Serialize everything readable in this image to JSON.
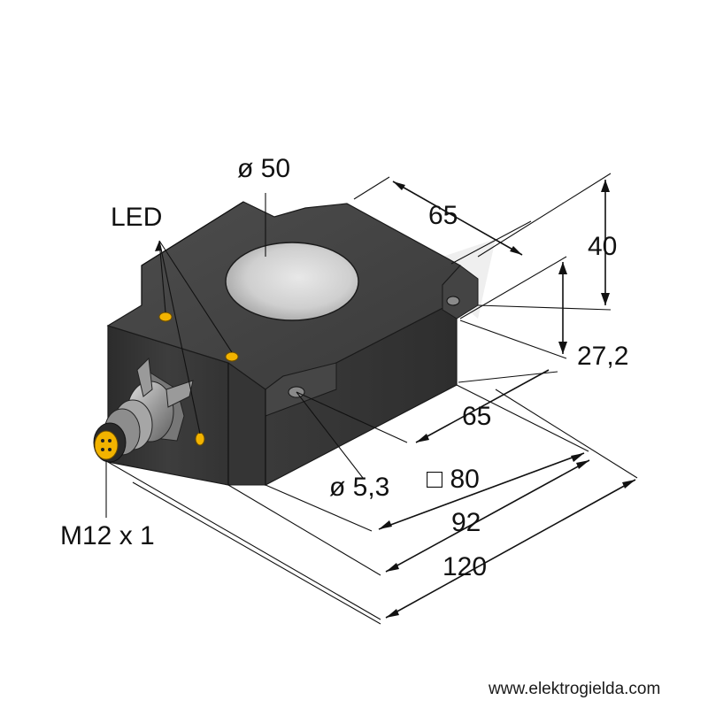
{
  "diagram": {
    "labels": {
      "led": "LED",
      "bore_diameter": "ø 50",
      "depth_top": "65",
      "height_total": "40",
      "height_face": "27,2",
      "depth_bottom": "65",
      "mount_hole": "ø 5,3",
      "square_80": "□ 80",
      "width_92": "92",
      "length_120": "120",
      "connector": "M12 x 1"
    },
    "colors": {
      "housing": "#3e3e3e",
      "led": "#f2b300",
      "connector_pins": "#f2b300"
    }
  },
  "footer": {
    "website": "www.elektrogielda.com"
  }
}
